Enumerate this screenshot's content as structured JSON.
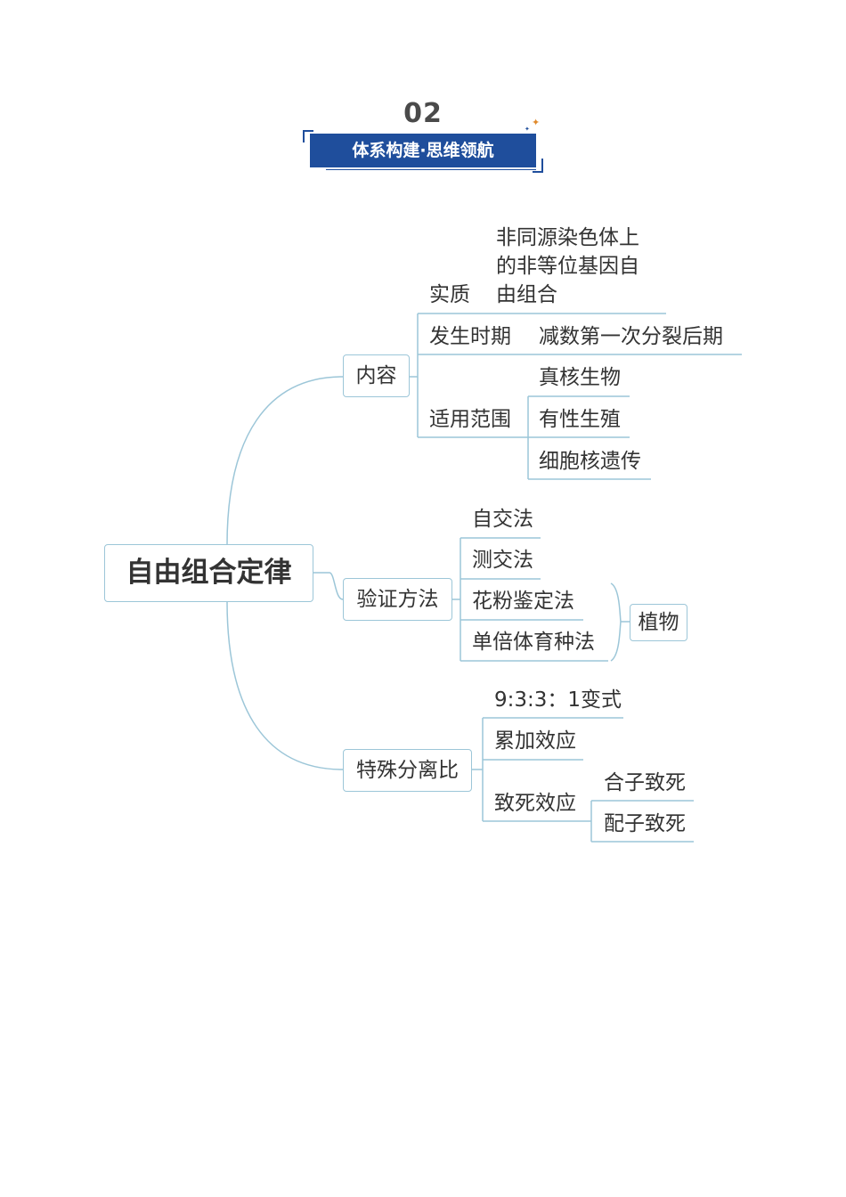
{
  "header": {
    "number": "02",
    "title": "体系构建·思维领航"
  },
  "mindmap": {
    "root": "自由组合定律",
    "branches": [
      {
        "label": "内容",
        "children": [
          {
            "label": "实质",
            "detail": [
              "非同源染色体上",
              "的非等位基因自",
              "由组合"
            ]
          },
          {
            "label": "发生时期",
            "detail": "减数第一次分裂后期"
          },
          {
            "label": "适用范围",
            "items": [
              "真核生物",
              "有性生殖",
              "细胞核遗传"
            ]
          }
        ]
      },
      {
        "label": "验证方法",
        "items": [
          "自交法",
          "测交法",
          "花粉鉴定法",
          "单倍体育种法"
        ],
        "group_note": "植物"
      },
      {
        "label": "特殊分离比",
        "children": [
          {
            "label": "9:3:3：1变式"
          },
          {
            "label": "累加效应"
          },
          {
            "label": "致死效应",
            "items": [
              "合子致死",
              "配子致死"
            ]
          }
        ]
      }
    ]
  },
  "colors": {
    "line": "#9cc6d8",
    "banner": "#1f4e9c",
    "text": "#333333",
    "accent": "#e08a2c"
  }
}
